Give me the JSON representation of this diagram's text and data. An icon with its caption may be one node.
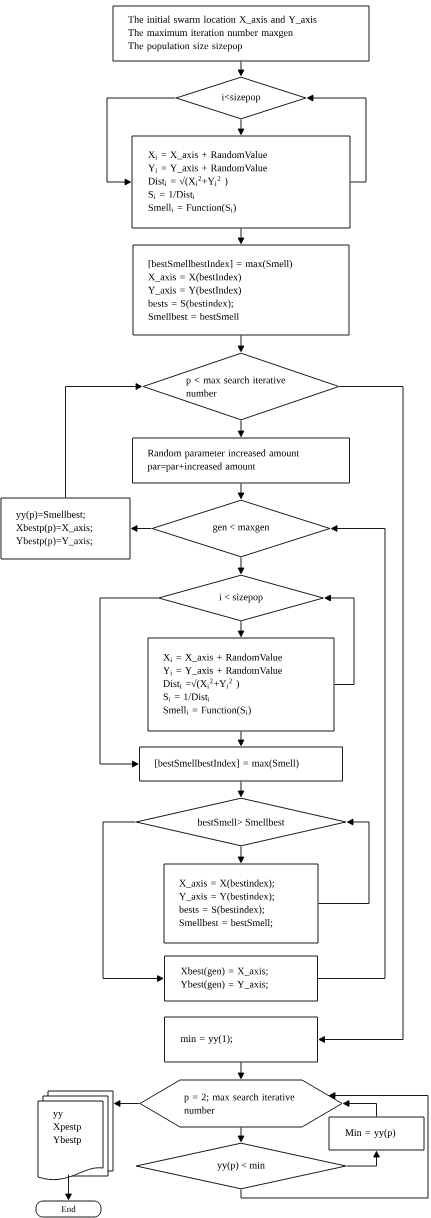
{
  "diagram": {
    "nodes": [
      {
        "text": [
          "The initial swarm location X_axis and Y_axis",
          "The maximum iteration number maxgen",
          "The population size sizepop"
        ]
      },
      {
        "text": [
          "i<sizepop"
        ]
      },
      {
        "text": [
          "X$_{i}$ = X_axis + RandomValue",
          "Y$_{i}$ = Y_axis + RandomValue",
          "Dist$_{i}$ = √(X$_{i}$$^{2}$+Y$_{i}$$^{2}$ )",
          "S$_{i}$ = 1/Dist$_{i}$",
          "Smell$_{i}$ = Function(S$_{i}$)"
        ]
      },
      {
        "text": [
          "[bestSmellbestIndex] = max(Smell)",
          "X_axis = X(bestIndex)",
          "Y_axis = Y(bestIndex)",
          "bests = S(bestindex);",
          "Smellbest = bestSmell"
        ]
      },
      {
        "text": [
          "p < max search iterative number"
        ]
      },
      {
        "text": [
          "Random parameter increased amount",
          "par=par+increased amount"
        ]
      },
      {
        "text": [
          "yy(p)=Smellbest;",
          "Xbestp(p)=X_axis;",
          "Ybestp(p)=Y_axis;"
        ]
      },
      {
        "text": [
          "gen < maxgen"
        ]
      },
      {
        "text": [
          "i < sizepop"
        ]
      },
      {
        "text": [
          "X$_{i}$ = X_axis + RandomValue",
          "Y$_{i}$ = Y_axis + RandomValue",
          "Dist$_{i}$ =√(X$_{i}$$^{2}$+Y$_{i}$$^{2}$ )",
          "S$_{i}$ = 1/Dist$_{i}$",
          "Smell$_{i}$ = Function(S$_{i}$)"
        ]
      },
      {
        "text": [
          "[bestSmellbestIndex] = max(Smell)"
        ]
      },
      {
        "text": [
          "bestSmell> Smellbest"
        ]
      },
      {
        "text": [
          "X_axis = X(bestindex);",
          "Y_axis = Y(bestindex);",
          "bests = S(bestindex);",
          "Smellbest = bestSmell;"
        ]
      },
      {
        "text": [
          "Xbest(gen) = X_axis;",
          "Ybest(gen) = Y_axis;"
        ]
      },
      {
        "text": [
          "min = yy(1);"
        ]
      },
      {
        "text": [
          "p = 2; max search iterative number"
        ]
      },
      {
        "text": [
          "Min = yy(p)"
        ]
      },
      {
        "text": [
          "yy(p) < min"
        ]
      },
      {
        "text": [
          "yy",
          "Xpestp",
          "Ybestp"
        ]
      },
      {
        "text": [
          "End"
        ]
      }
    ],
    "edges": [
      {
        "from": 0,
        "to": 1,
        "arrow": "to"
      },
      {
        "from": 1,
        "to": 2,
        "arrow": "to"
      },
      {
        "from": 1,
        "to": 2,
        "arrow": "to"
      },
      {
        "from": 2,
        "to": 1,
        "arrow": "to"
      },
      {
        "from": 2,
        "to": 3,
        "arrow": "to"
      },
      {
        "from": 3,
        "to": 4,
        "arrow": "to"
      },
      {
        "from": 4,
        "to": 5,
        "arrow": "to"
      },
      {
        "from": 5,
        "to": 7,
        "arrow": "to"
      },
      {
        "from": 7,
        "to": 6,
        "arrow": "to"
      },
      {
        "from": 6,
        "to": 4,
        "arrow": "to"
      },
      {
        "from": 7,
        "to": 8,
        "arrow": "to"
      },
      {
        "from": 8,
        "to": 9,
        "arrow": "to"
      },
      {
        "from": 8,
        "to": 10,
        "arrow": "to"
      },
      {
        "from": 9,
        "to": 8,
        "arrow": "to"
      },
      {
        "from": 9,
        "to": 10,
        "arrow": "to"
      },
      {
        "from": 10,
        "to": 11,
        "arrow": "to"
      },
      {
        "from": 11,
        "to": 12,
        "arrow": "to"
      },
      {
        "from": 12,
        "to": 11,
        "arrow": "to"
      },
      {
        "from": 11,
        "to": 13,
        "arrow": "to"
      },
      {
        "from": 13,
        "to": 7,
        "arrow": "to"
      },
      {
        "from": 4,
        "to": 14,
        "arrow": "to"
      },
      {
        "from": 14,
        "to": 15,
        "arrow": "to"
      },
      {
        "from": 15,
        "to": 18,
        "arrow": "to"
      },
      {
        "from": 15,
        "to": 17,
        "arrow": "to"
      },
      {
        "from": 17,
        "to": 16,
        "arrow": "to"
      },
      {
        "from": 16,
        "to": 15,
        "arrow": "to"
      },
      {
        "from": 17,
        "to": 15,
        "arrow": "to"
      },
      {
        "from": 18,
        "to": 19,
        "arrow": "to"
      }
    ]
  }
}
